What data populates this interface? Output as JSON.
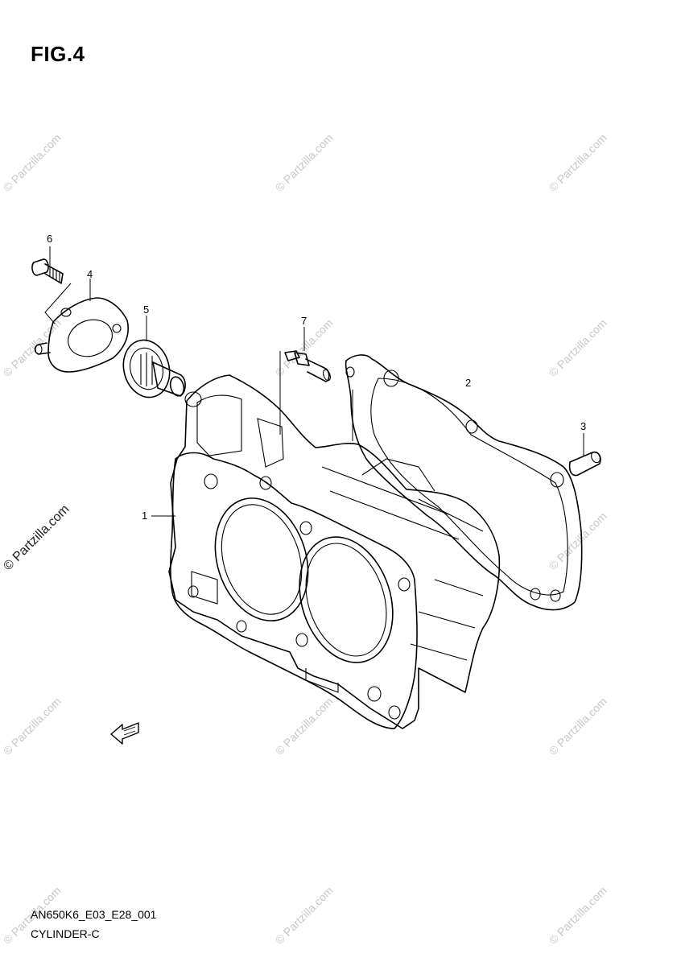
{
  "figure": {
    "title": "FIG.4"
  },
  "callouts": [
    {
      "id": "1",
      "label": "1"
    },
    {
      "id": "2",
      "label": "2"
    },
    {
      "id": "3",
      "label": "3"
    },
    {
      "id": "4",
      "label": "4"
    },
    {
      "id": "5",
      "label": "5"
    },
    {
      "id": "6",
      "label": "6"
    },
    {
      "id": "7",
      "label": "7"
    }
  ],
  "watermark": {
    "text": "© Partzilla.com"
  },
  "footer": {
    "code": "AN650K6_E03_E28_001",
    "name": "CYLINDER-C"
  },
  "icons": {
    "front_arrow": "front-direction-arrow-icon"
  }
}
